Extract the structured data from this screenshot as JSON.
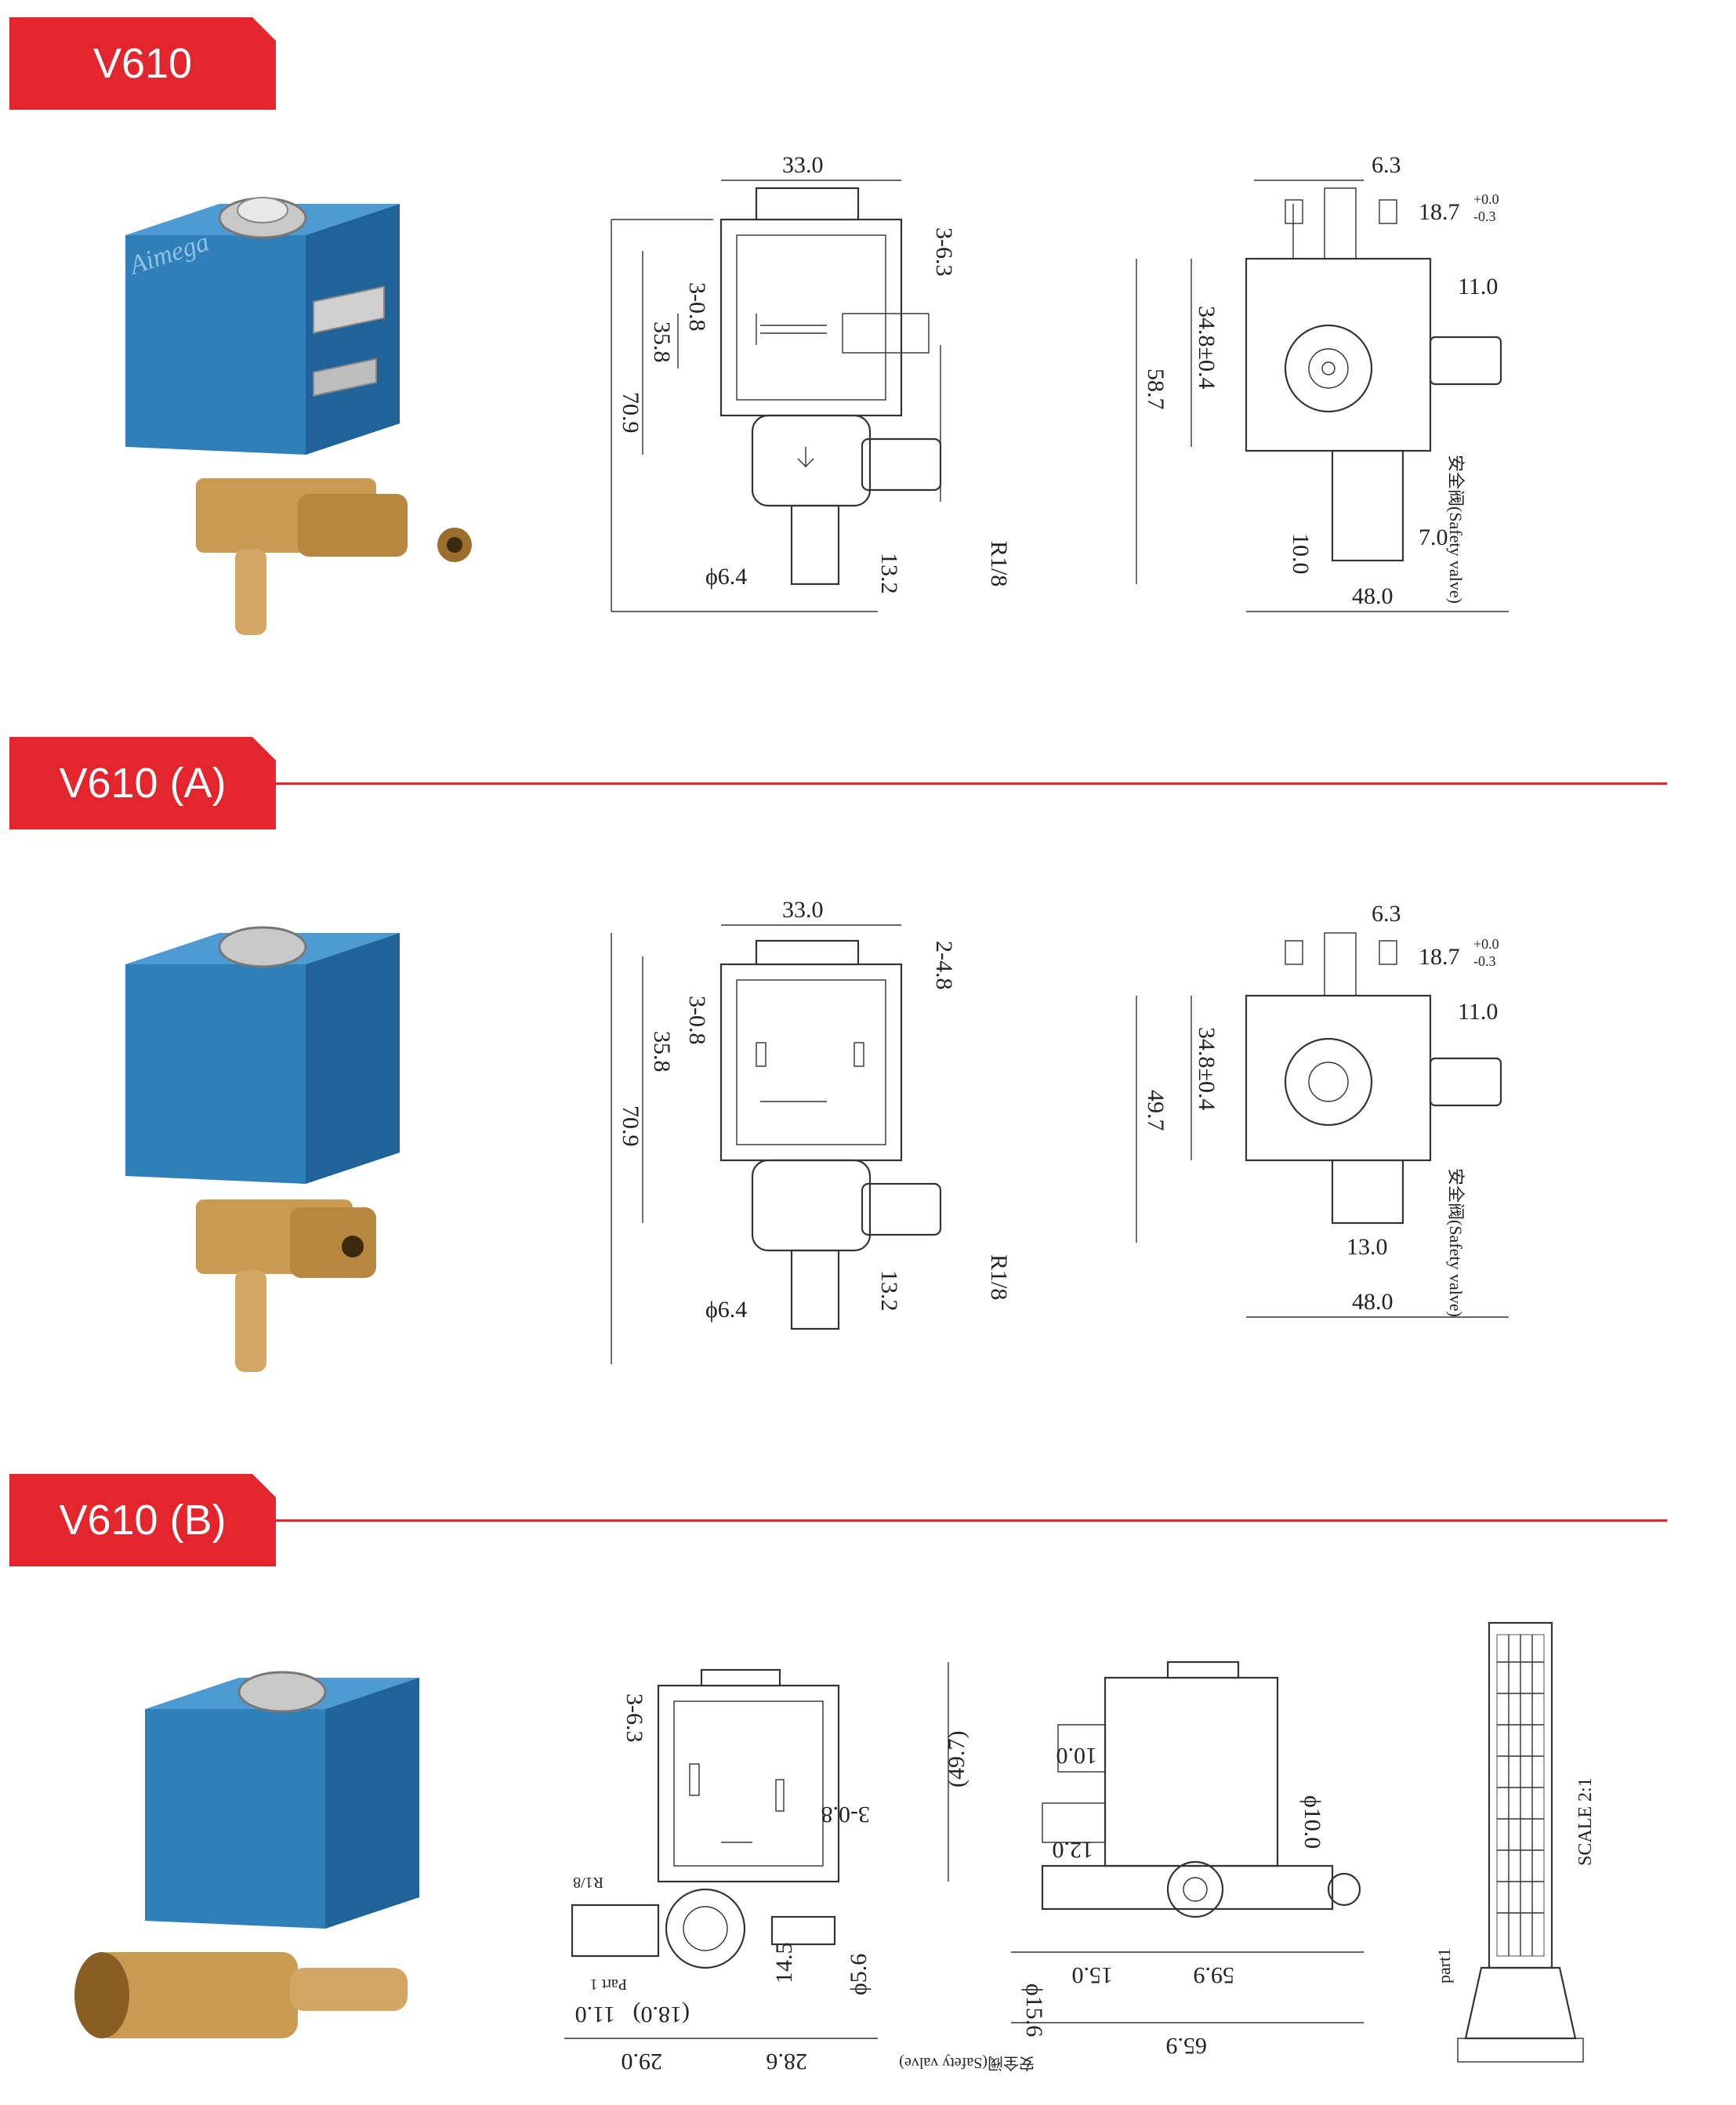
{
  "sections": [
    {
      "title": "V610",
      "brand_label": "Aimega",
      "front_view": {
        "width": "33.0",
        "terminal": "3-6.3",
        "height_total": "70.9",
        "height_coil": "35.8",
        "pin": "3-0.8",
        "diameter": "ϕ6.4",
        "outlet_len": "13.2",
        "thread": "R1/8"
      },
      "side_view": {
        "top_w": "6.3",
        "top_offset": "18.7",
        "tol_plus": "+0.0",
        "tol_minus": "-0.3",
        "nozzle": "11.0",
        "center_h": "34.8±0.4",
        "height": "58.7",
        "safety": "安全阀(Safety valve)",
        "bottom_w": "7.0",
        "bottom_h": "10.0",
        "width": "48.0"
      }
    },
    {
      "title": "V610 (A)",
      "front_view": {
        "width": "33.0",
        "terminal": "2-4.8",
        "height_total": "70.9",
        "height_coil": "35.8",
        "pin": "3-0.8",
        "diameter": "ϕ6.4",
        "outlet_len": "13.2",
        "thread": "R1/8"
      },
      "side_view": {
        "top_w": "6.3",
        "top_offset": "18.7",
        "tol_plus": "+0.0",
        "tol_minus": "-0.3",
        "nozzle": "11.0",
        "center_h": "34.8±0.4",
        "height": "49.7",
        "safety": "安全阀(Safety valve)",
        "bottom_w": "13.0",
        "width": "48.0"
      }
    },
    {
      "title": "V610 (B)",
      "front_view": {
        "terminal": "3-6.3",
        "pin": "3-0.8",
        "thread": "R1/8",
        "part": "Part 1",
        "d1": "11.0",
        "d2": "(18.0)",
        "d3": "29.0",
        "d4": "28.6",
        "d5": "14.5",
        "d6": "ϕ5.6"
      },
      "side_view": {
        "height": "(49.7)",
        "d_top": "10.0",
        "d_mid": "12.0",
        "dia10": "ϕ10.0",
        "dia15": "ϕ15.6",
        "d15": "15.0",
        "w1": "59.9",
        "w2": "65.9",
        "safety": "安全阀(Safety valve)"
      },
      "part_view": {
        "part": "part1",
        "scale": "SCALE 2:1"
      }
    }
  ]
}
